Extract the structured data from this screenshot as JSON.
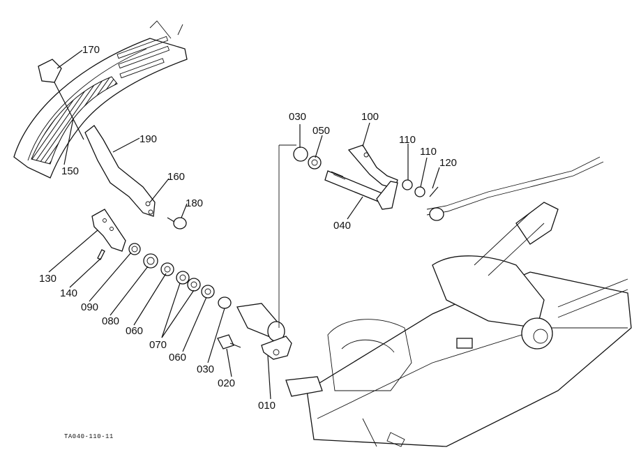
{
  "figure_code": "TA040-110-11",
  "callouts": {
    "c170": "170",
    "c190": "190",
    "c150": "150",
    "c160": "160",
    "c180": "180",
    "c130": "130",
    "c140": "140",
    "c090": "090",
    "c080": "080",
    "c060a": "060",
    "c070": "070",
    "c060b": "060",
    "c030a": "030",
    "c020": "020",
    "c010": "010",
    "c030b": "030",
    "c050": "050",
    "c100": "100",
    "c110a": "110",
    "c110b": "110",
    "c120": "120",
    "c040": "040"
  }
}
